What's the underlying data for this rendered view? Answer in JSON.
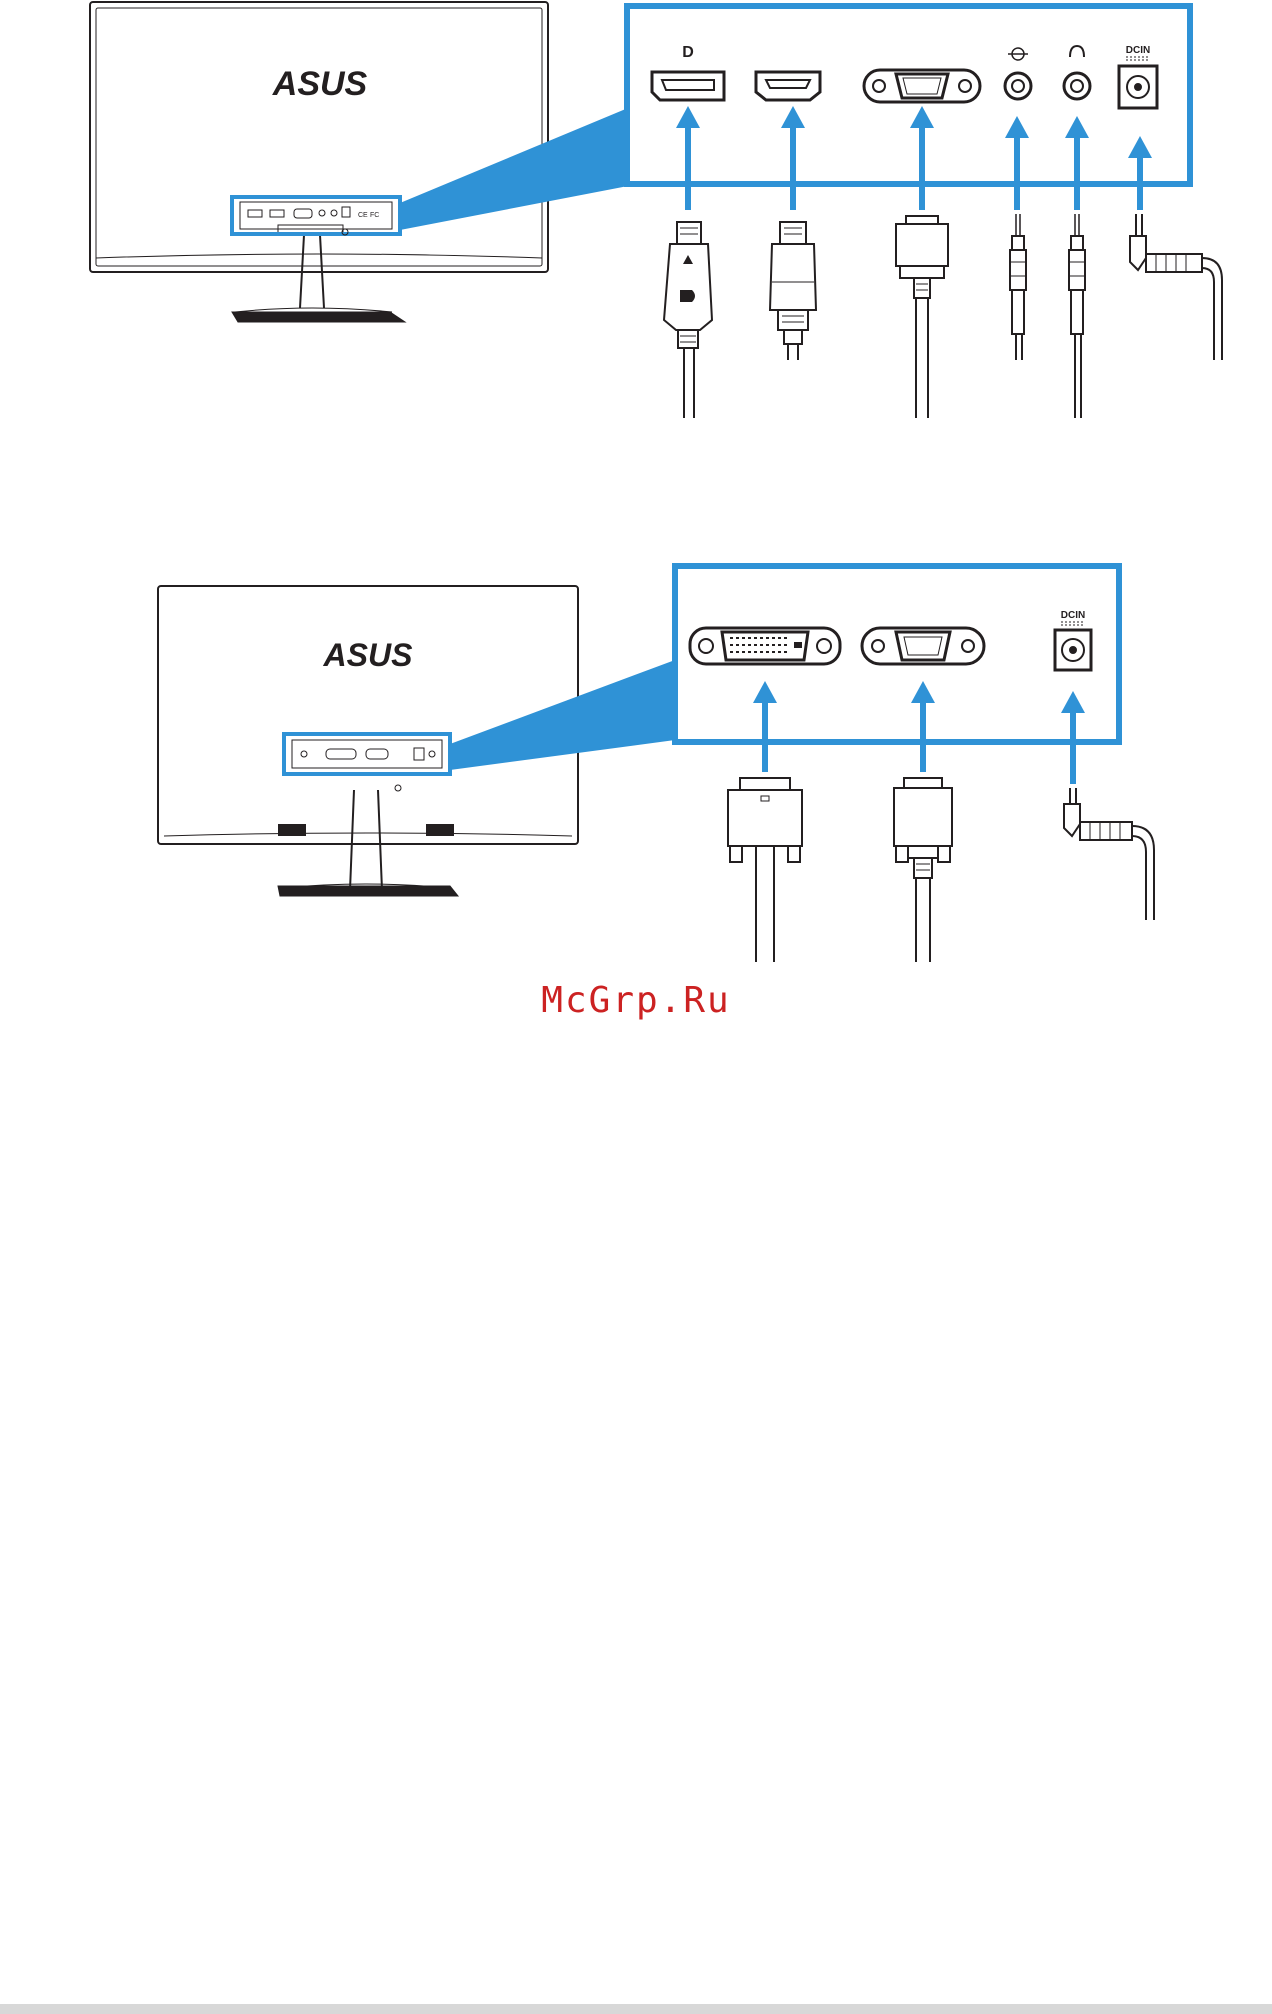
{
  "brand": {
    "logo_text": "ASUS"
  },
  "colors": {
    "accent": "#2f92d6",
    "line": "#231f20",
    "watermark": "#cc2222"
  },
  "diagram_1": {
    "port_labels": {
      "displayport_symbol": "D",
      "dcin": "DCIN"
    },
    "ports": [
      "displayport-port",
      "hdmi-port",
      "vga-port",
      "audio-in-jack",
      "earphone-jack",
      "dc-in-port"
    ],
    "cables": [
      "displayport-cable",
      "hdmi-cable",
      "vga-cable",
      "audio-cable",
      "earphone-cable",
      "power-cable"
    ]
  },
  "diagram_2": {
    "port_labels": {
      "dcin": "DCIN"
    },
    "ports": [
      "dvi-port",
      "vga-port",
      "dc-in-port"
    ],
    "cables": [
      "dvi-cable",
      "vga-cable",
      "power-cable"
    ]
  },
  "watermark": "McGrp.Ru"
}
